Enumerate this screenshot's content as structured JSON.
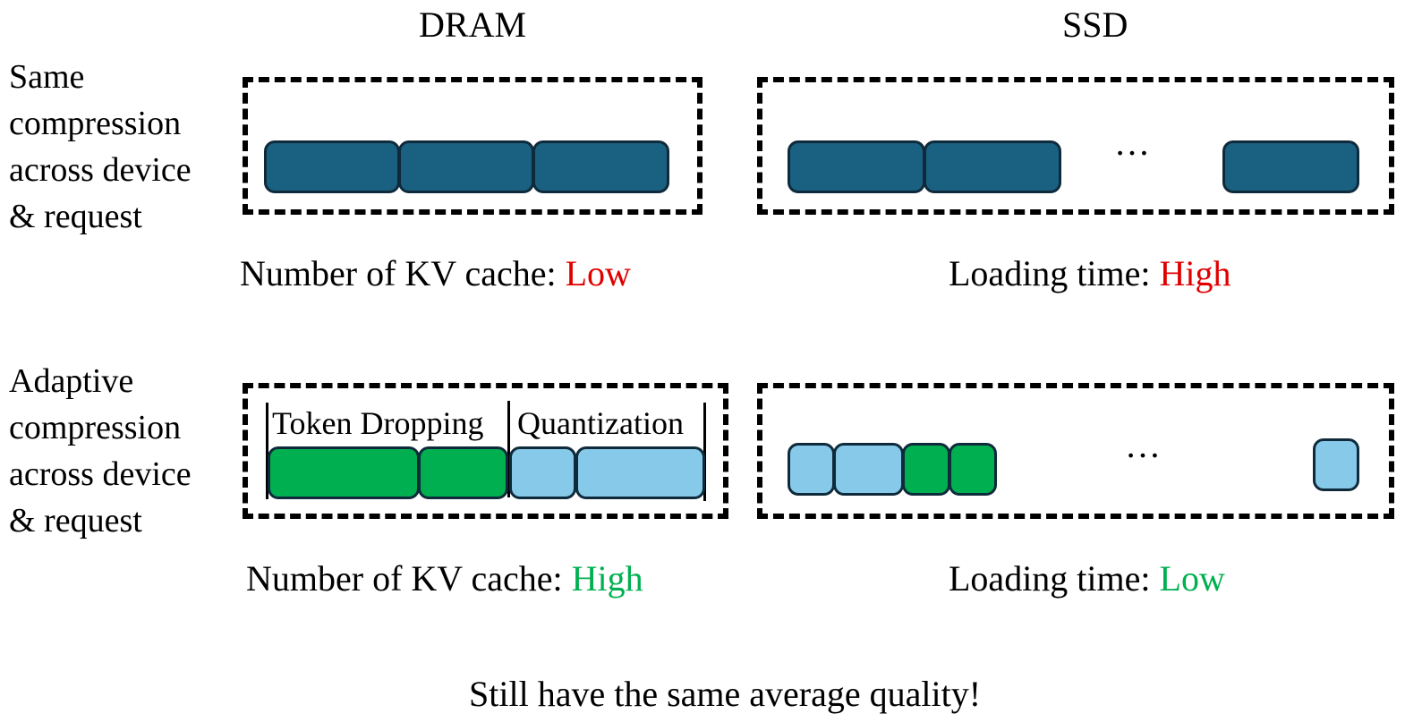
{
  "columns": {
    "left": "DRAM",
    "right": "SSD"
  },
  "colors": {
    "dark_blue": "#1a6080",
    "green": "#00b050",
    "light_blue": "#86c9e8",
    "red": "#e00000",
    "green_text": "#00b050"
  },
  "rows": [
    {
      "label_lines": [
        "Same",
        "compression",
        "across device",
        "& request"
      ],
      "dram_caption_prefix": "Number of KV cache: ",
      "dram_caption_value": "Low",
      "ssd_caption_prefix": "Loading time: ",
      "ssd_caption_value": "High",
      "ellipsis": "…"
    },
    {
      "label_lines": [
        "Adaptive",
        "compression",
        "across device",
        "& request"
      ],
      "segment_labels": [
        "Token Dropping",
        "Quantization"
      ],
      "dram_caption_prefix": "Number of KV cache: ",
      "dram_caption_value": "High",
      "ssd_caption_prefix": "Loading time: ",
      "ssd_caption_value": "Low",
      "ellipsis": "…"
    }
  ],
  "footer": "Still have the same average quality!"
}
